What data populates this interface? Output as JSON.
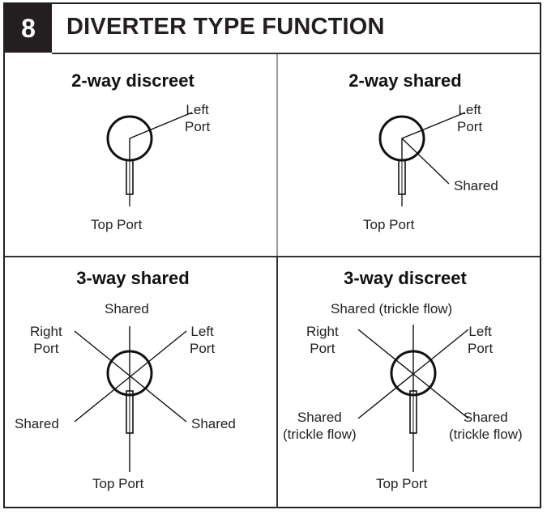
{
  "header": {
    "step_number": "8",
    "title": "DIVERTER TYPE FUNCTION"
  },
  "quadrants": {
    "two_way_discreet": {
      "title": "2-way discreet",
      "left_port": "Left\nPort",
      "top_port": "Top Port"
    },
    "two_way_shared": {
      "title": "2-way shared",
      "left_port": "Left\nPort",
      "shared": "Shared",
      "top_port": "Top Port"
    },
    "three_way_shared": {
      "title": "3-way shared",
      "shared_top": "Shared",
      "right_port": "Right\nPort",
      "left_port": "Left\nPort",
      "shared_left": "Shared",
      "shared_right": "Shared",
      "top_port": "Top Port"
    },
    "three_way_discreet": {
      "title": "3-way discreet",
      "shared_top": "Shared (trickle flow)",
      "right_port": "Right\nPort",
      "left_port": "Left\nPort",
      "shared_left": "Shared\n(trickle flow)",
      "shared_right": "Shared\n(trickle flow)",
      "top_port": "Top Port"
    }
  }
}
